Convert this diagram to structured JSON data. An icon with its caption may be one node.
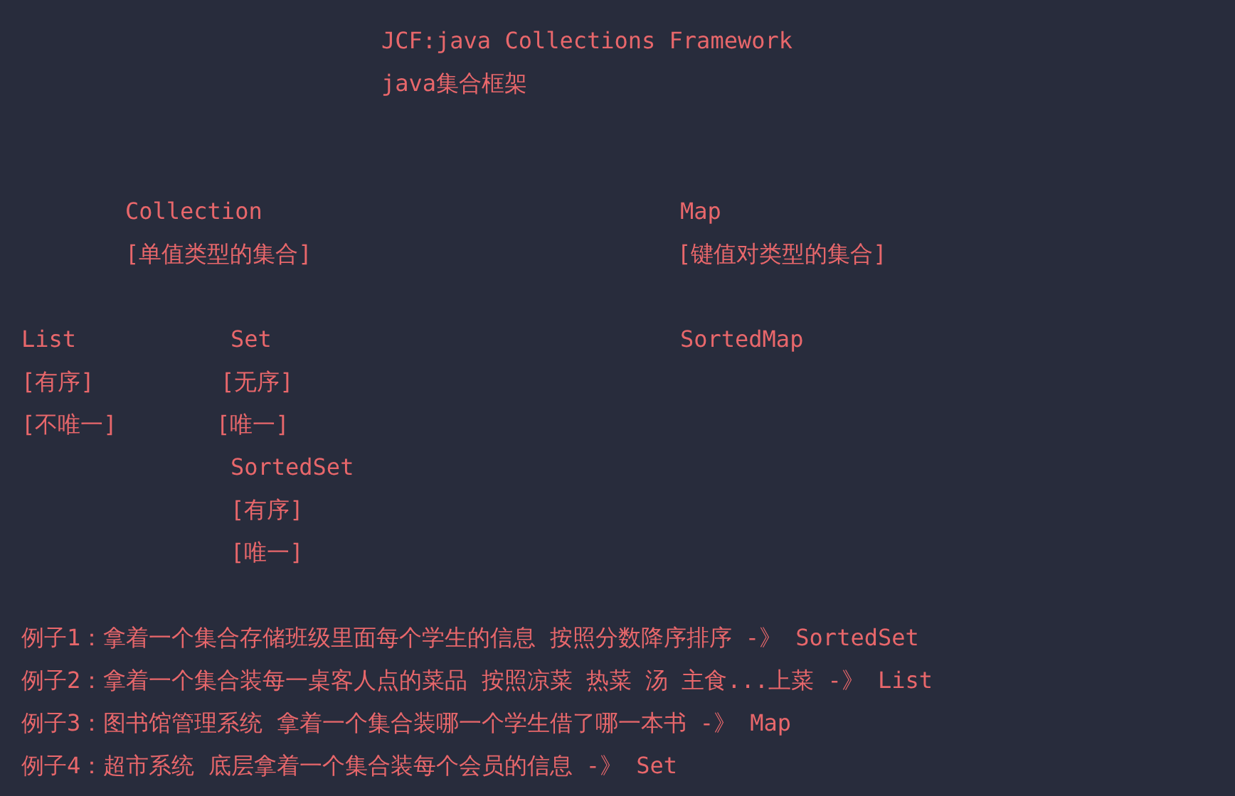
{
  "diagram": {
    "title": "JCF:java Collections Framework",
    "labels": [
      "java集合框架",
      "Collection",
      "Map",
      "[单值类型的集合]",
      "[键值对类型的集合]",
      "List",
      "Set",
      "SortedMap",
      "[有序]",
      "[无序]",
      "[不唯一]",
      "[唯一]",
      "SortedSet",
      "[有序]",
      "[唯一]",
      "例子1：拿着一个集合存储班级里面每个学生的信息 按照分数降序排序 -》 SortedSet",
      "例子2：拿着一个集合装每一桌客人点的菜品 按照凉菜 热菜 汤 主食...上菜 -》 List",
      "例子3：图书馆管理系统 拿着一个集合装哪一个学生借了哪一本书 -》 Map",
      "例子4：超市系统 底层拿着一个集合装每个会员的信息 -》 Set"
    ]
  }
}
